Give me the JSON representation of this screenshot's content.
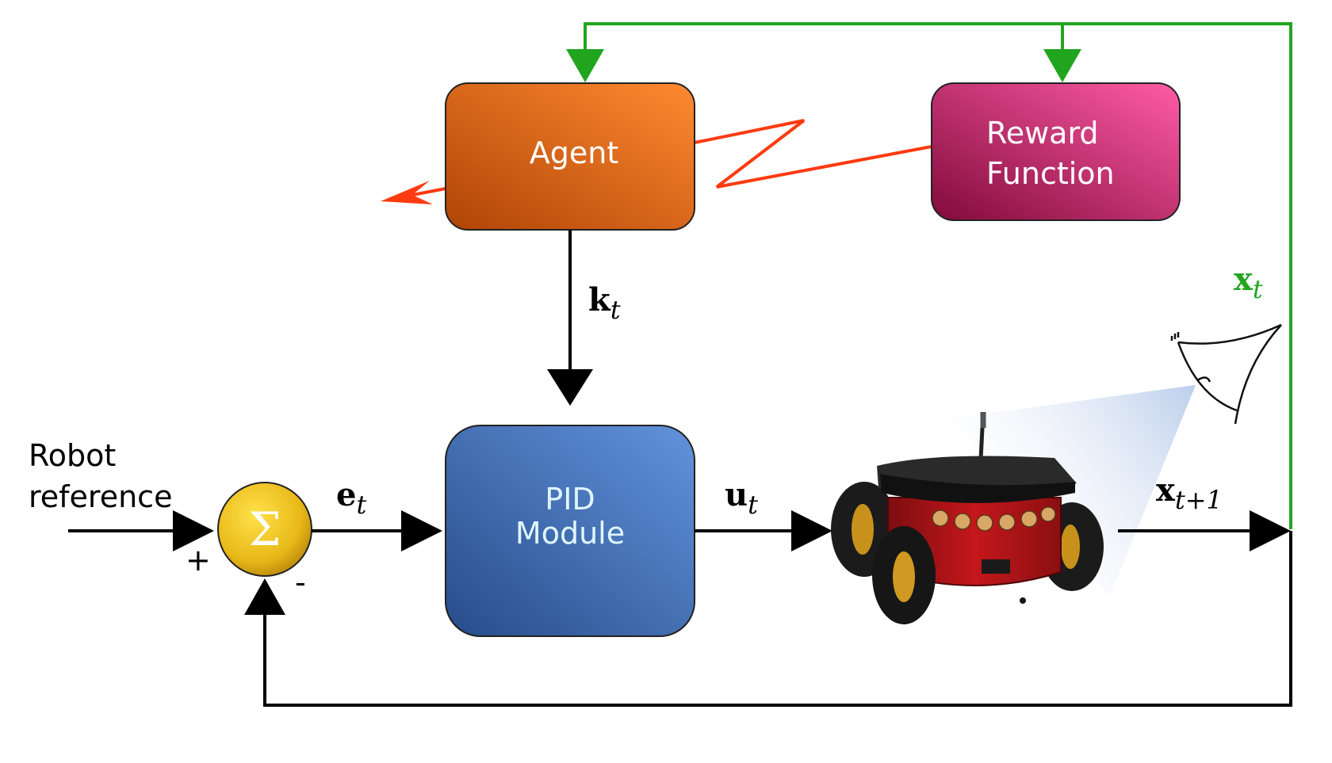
{
  "colors": {
    "green": "#22a51e",
    "red": "#ff3a10",
    "agent_light": "#ff8a30",
    "agent_dark": "#b04406",
    "reward_light": "#ff5ca6",
    "reward_dark": "#820a3c",
    "pid_light": "#6293dc",
    "pid_dark": "#274c8a",
    "sum_fill": "#e8b818",
    "label_text": "#ffffff",
    "pid_text": "#dff6ff"
  },
  "blocks": {
    "agent": {
      "label": "Agent"
    },
    "reward": {
      "line1": "Reward",
      "line2": "Function"
    },
    "pid": {
      "line1": "PID",
      "line2": "Module"
    },
    "sum": {
      "symbol": "Σ"
    }
  },
  "signals": {
    "k": {
      "main": "k",
      "sub": "t"
    },
    "e": {
      "main": "e",
      "sub": "t"
    },
    "u": {
      "main": "u",
      "sub": "t"
    },
    "x_next": {
      "main": "x",
      "sub": "t+1"
    },
    "x": {
      "main": "x",
      "sub": "t"
    }
  },
  "input": {
    "line1": "Robot",
    "line2": "reference"
  },
  "signs": {
    "plus": "+",
    "minus": "-"
  },
  "icons": {
    "robot": "robot-icon",
    "eye": "eye-icon"
  }
}
